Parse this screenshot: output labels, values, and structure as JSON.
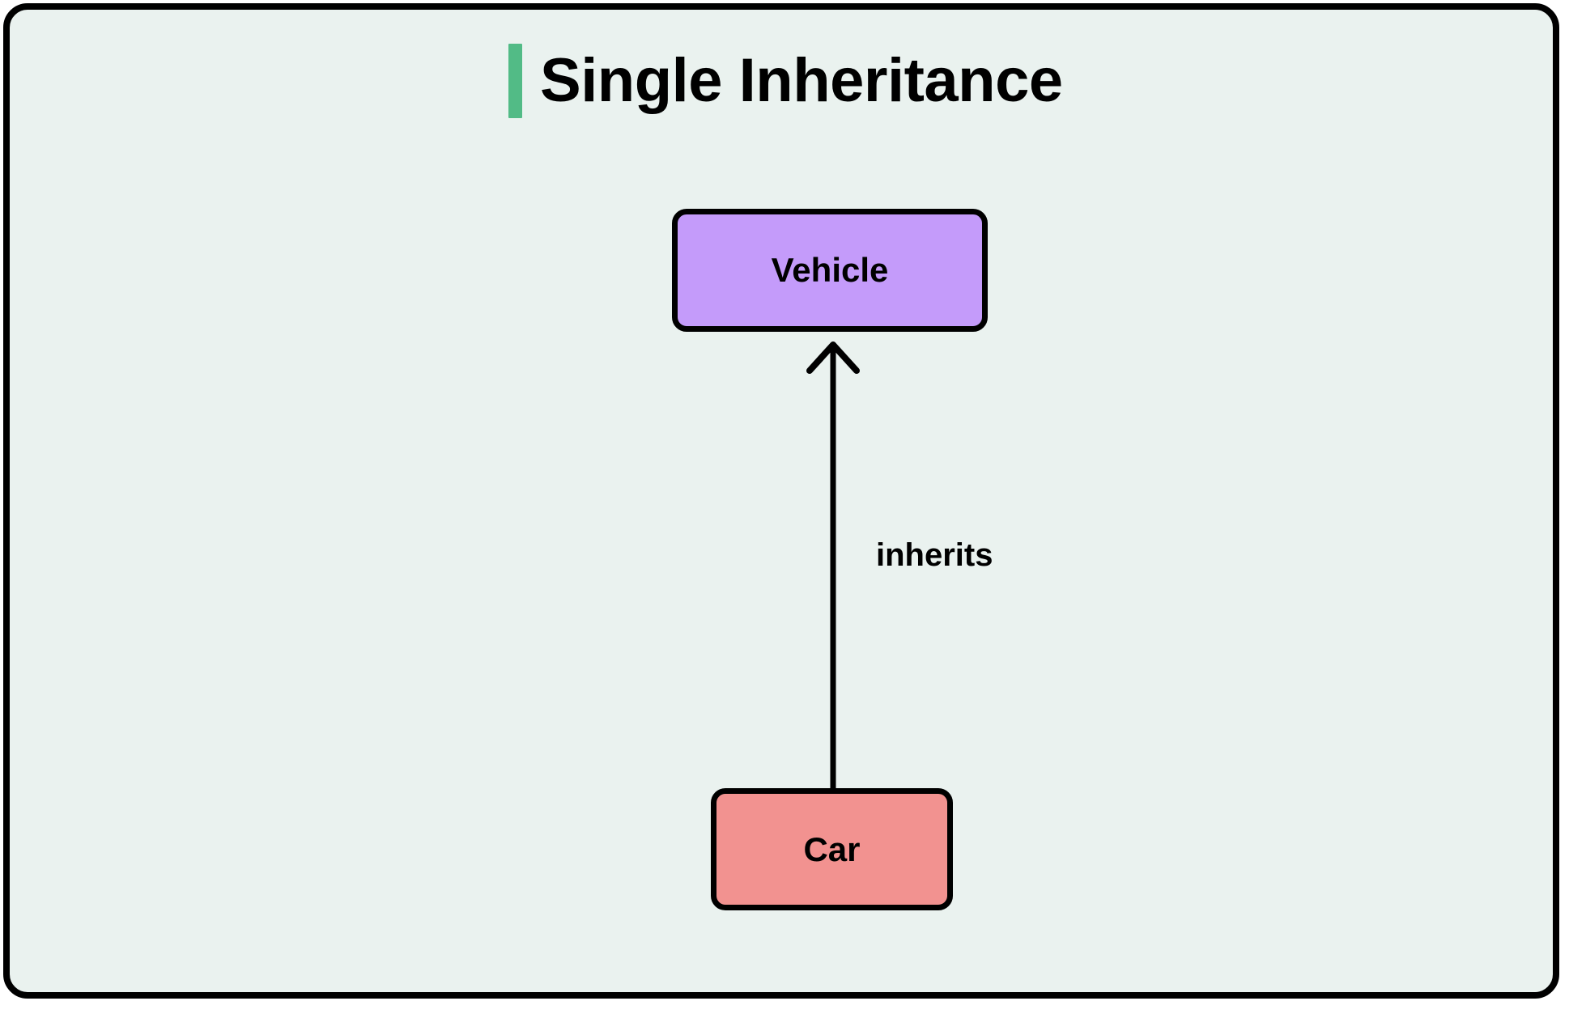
{
  "diagram": {
    "title": "Single Inheritance",
    "background_color": "#eaf2ef",
    "border_color": "#000000",
    "accent_color": "#52bb86",
    "nodes": [
      {
        "id": "vehicle",
        "label": "Vehicle",
        "role": "base-class",
        "fill": "#c49bfa",
        "stroke": "#000000"
      },
      {
        "id": "car",
        "label": "Car",
        "role": "derived-class",
        "fill": "#f29290",
        "stroke": "#000000"
      }
    ],
    "edges": [
      {
        "id": "car-inherits-vehicle",
        "label": "inherits",
        "from": "car",
        "to": "vehicle",
        "stroke": "#000000",
        "arrow": "open-v-up"
      }
    ]
  }
}
